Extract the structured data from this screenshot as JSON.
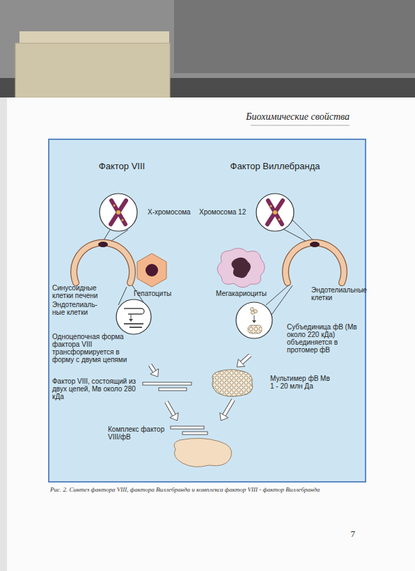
{
  "diagram": {
    "caption": "Рис. 2. Синтез фактора VIII, фактора Виллебранда и комплекса фактор VIII - фактор Виллебранда",
    "nodes": [
      {
        "text": [
          "Одноцепочная форма фактора VIII трансформируется в форму с двумя цепями"
        ]
      },
      {
        "text": [
          "Фактор VIII, состоящий из двух цепей, Мв около 280 кДа"
        ]
      },
      {
        "text": [
          "Субъединица фВ (Мв около 220 кДа) объединяется в протомер фВ"
        ]
      },
      {
        "text": [
          "Мультимер фВ Мв 1 - 20 млн Да"
        ]
      },
      {
        "text": [
          "Комплекс фактор VIII/фВ"
        ]
      }
    ],
    "edges": [
      {
        "from": 0,
        "to": 1,
        "arrow": "to"
      },
      {
        "from": 1,
        "to": 4,
        "arrow": "to"
      },
      {
        "from": 2,
        "to": 3,
        "arrow": "to"
      },
      {
        "from": 3,
        "to": 4,
        "arrow": "to"
      }
    ],
    "labels": [
      "Биохимические свойства",
      "Фактор VIII",
      "Фактор Виллебранда",
      "X-хромосома",
      "Хромосома 12",
      "Синусоидные клетки печени",
      "Эндотелиаль- ные клетки",
      "Гепатоциты",
      "Мегакариоциты",
      "Эндотелиальные клетки",
      "7"
    ]
  }
}
